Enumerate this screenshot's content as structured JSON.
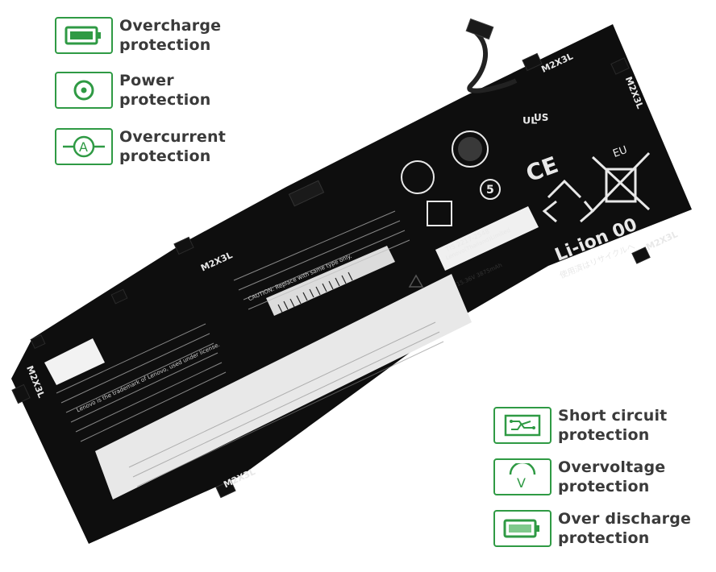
{
  "features_left": [
    {
      "line1": "Overcharge",
      "line2": "protection",
      "icon": "battery-full-icon"
    },
    {
      "line1": "Power",
      "line2": "protection",
      "icon": "power-icon"
    },
    {
      "line1": "Overcurrent",
      "line2": "protection",
      "icon": "ammeter-icon"
    }
  ],
  "features_right": [
    {
      "line1": "Short circuit",
      "line2": "protection",
      "icon": "circuit-board-icon"
    },
    {
      "line1": "Overvoltage",
      "line2": "protection",
      "icon": "voltage-icon"
    },
    {
      "line1": "Over discharge",
      "line2": "protection",
      "icon": "battery-low-icon"
    }
  ],
  "battery": {
    "screw_label": "M2X3L",
    "cert_ul": "US",
    "cert_ce": "CE",
    "eu_label": "EU",
    "li_ion": "Li-ion 00",
    "li_ion_sub": "使用済はリサイクルへ",
    "tis": "TIS 2217-2548",
    "tis_sub": "Lenovo(Thailand)Limited",
    "caution": "CAUTION: Replace with same type only.",
    "spec": "15.36V 3875mAh",
    "lenovo_line": "Lenovo is the trademark of Lenovo, used under license."
  },
  "colors": {
    "accent": "#2f9a44",
    "battery_body": "#0d0d0d"
  }
}
